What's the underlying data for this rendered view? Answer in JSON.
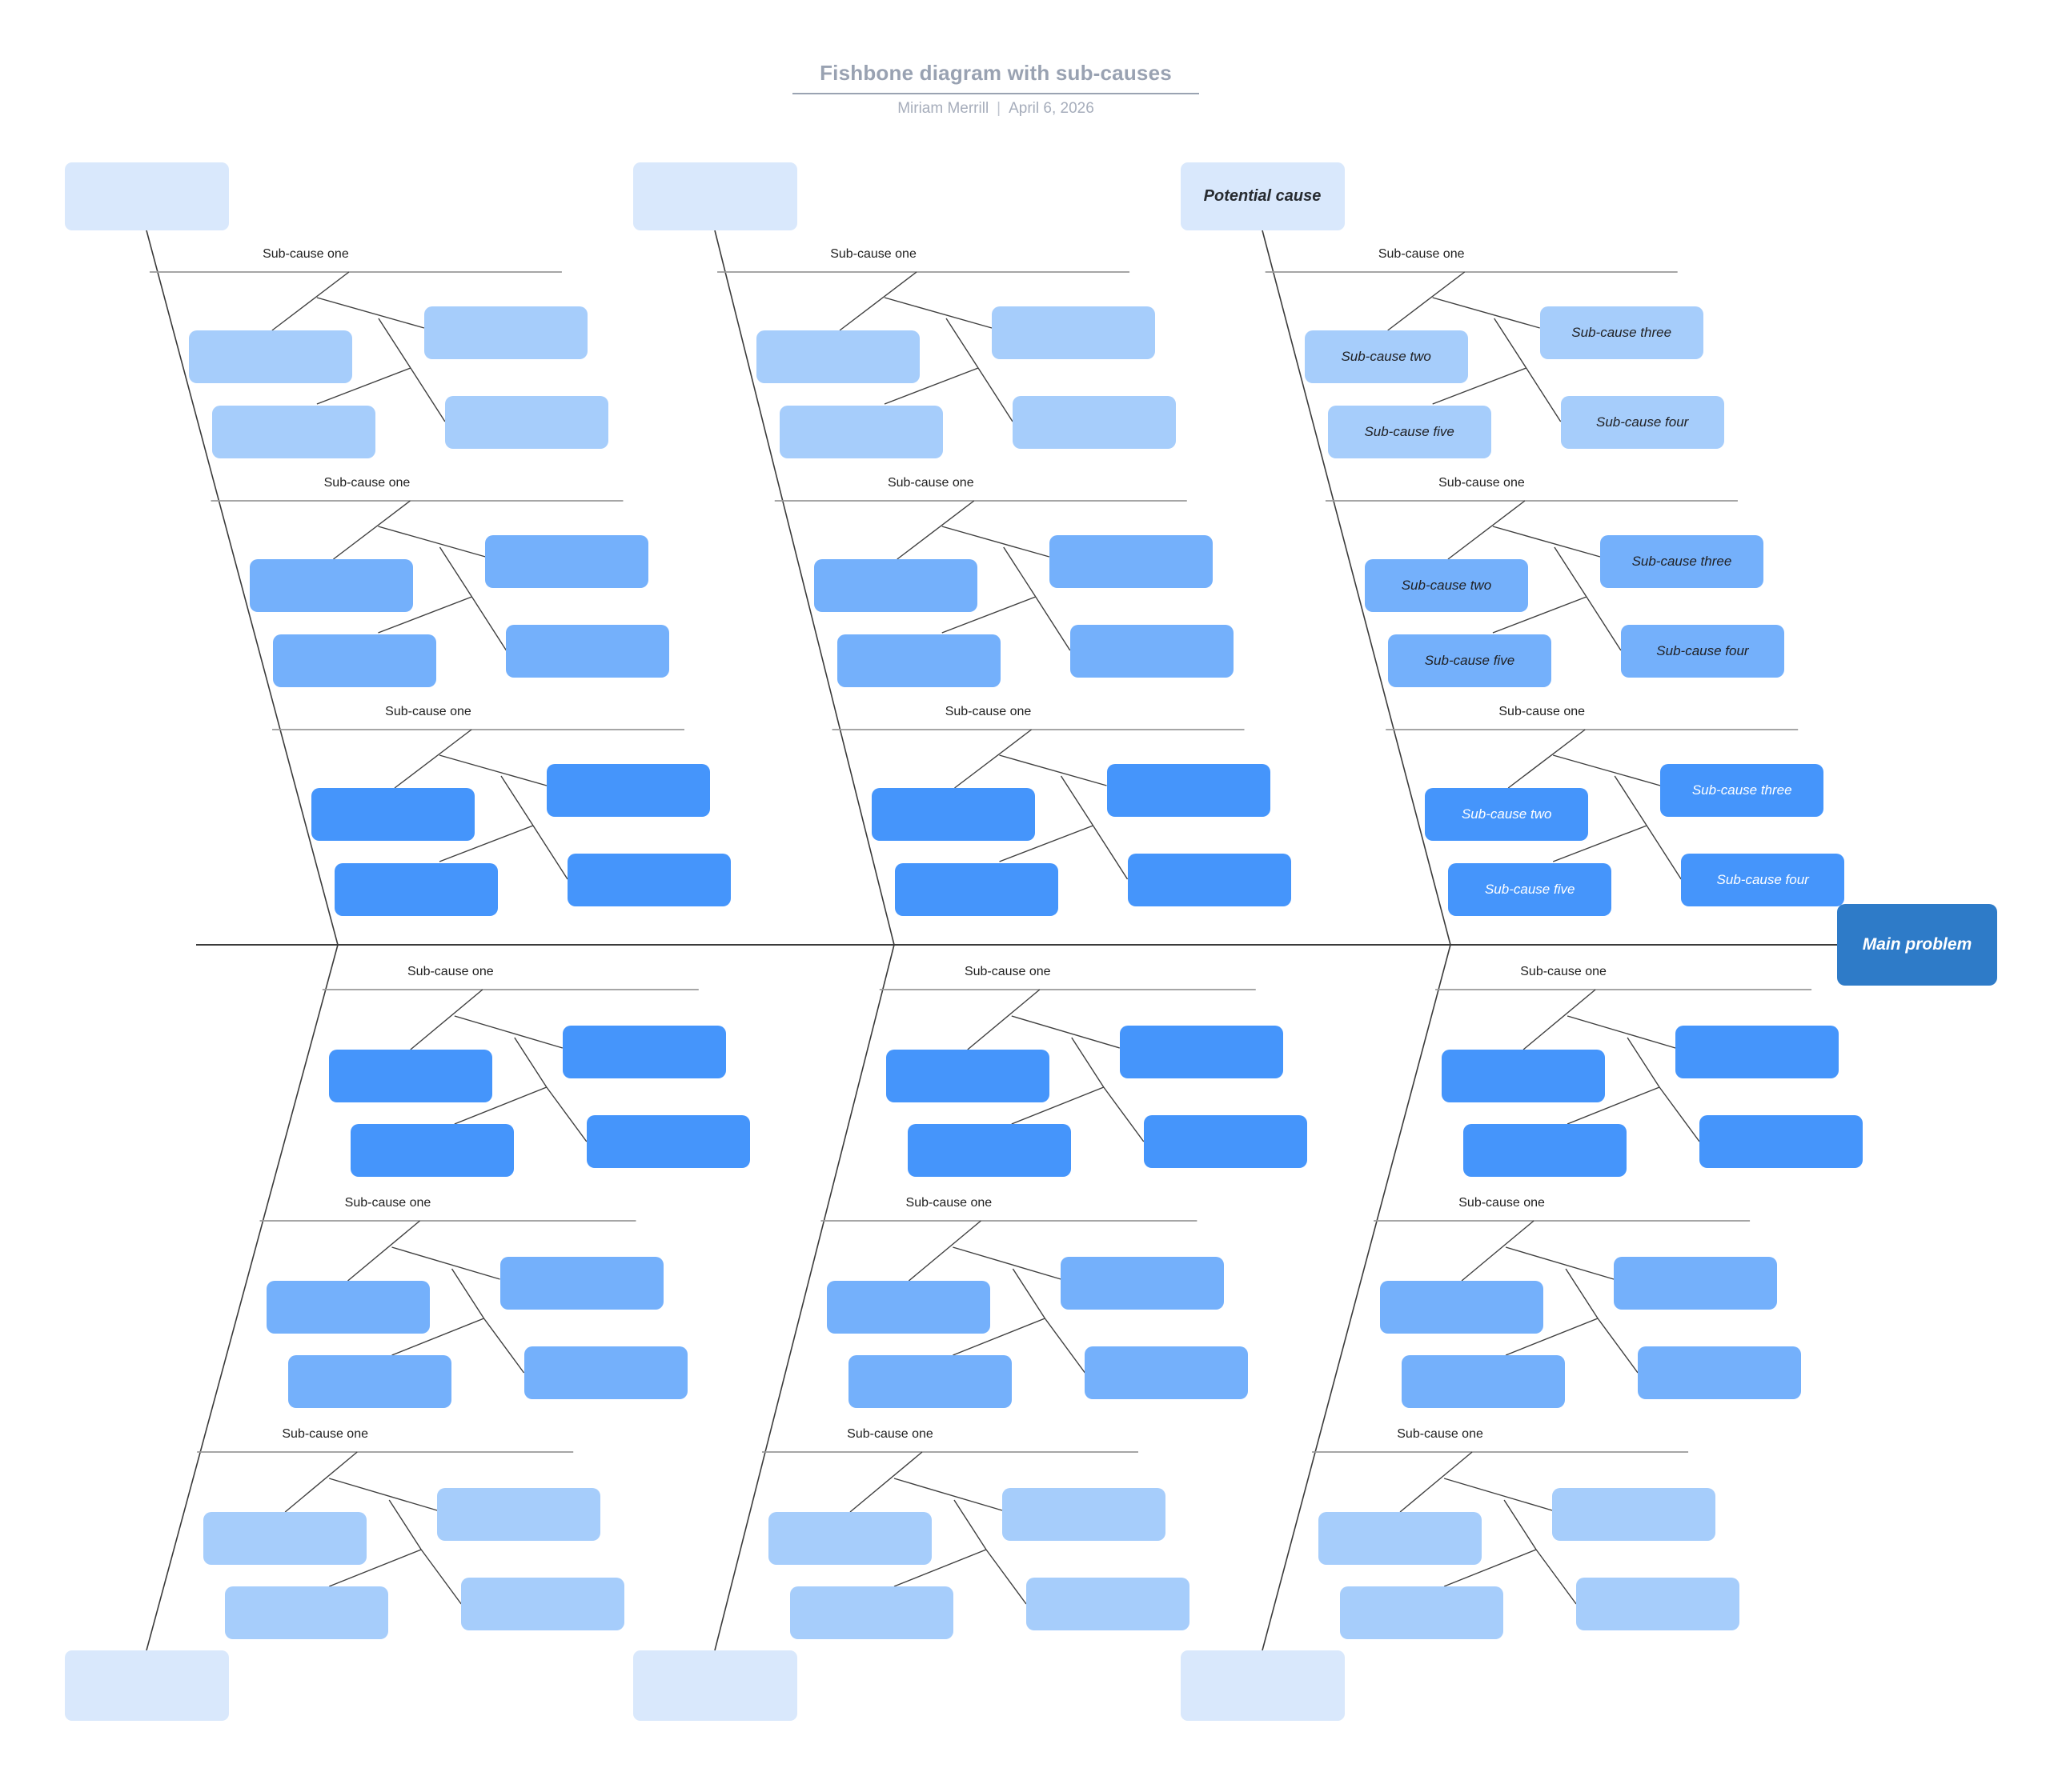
{
  "page": {
    "title": "Fishbone diagram with sub-causes",
    "byline": {
      "author": "Miriam Merrill",
      "separator": "|",
      "date": "April 6, 2026"
    }
  },
  "labels": {
    "rib": "Sub-cause one",
    "sub2": "Sub-cause two",
    "sub3": "Sub-cause three",
    "sub4": "Sub-cause four",
    "sub5": "Sub-cause five",
    "main_problem": "Main problem"
  },
  "colors": {
    "category_fill": "#D9E8FC",
    "main_fill": "#2E7BC8",
    "spine": "#3B3B3B",
    "rib": "#9A9A9A",
    "connector": "#3F3F3F",
    "title_text": "#99A2B2",
    "byline_text": "#A6ADBB",
    "label_text": "#1F1F1F",
    "tones": {
      "light": {
        "fill": "#A6CDFB",
        "text": "#202124"
      },
      "medium": {
        "fill": "#74B0FB",
        "text": "#202124"
      },
      "bright": {
        "fill": "#4595FB",
        "text": "#FFFFFF"
      }
    }
  },
  "branches": {
    "top": [
      {
        "category": "",
        "section_tones": [
          "light",
          "medium",
          "bright"
        ],
        "sections_labeled": false
      },
      {
        "category": "",
        "section_tones": [
          "light",
          "medium",
          "bright"
        ],
        "sections_labeled": false
      },
      {
        "category": "Potential cause",
        "section_tones": [
          "light",
          "medium",
          "bright"
        ],
        "sections_labeled": true
      }
    ],
    "bottom": [
      {
        "category": "",
        "section_tones": [
          "bright",
          "medium",
          "light"
        ],
        "sections_labeled": false
      },
      {
        "category": "",
        "section_tones": [
          "bright",
          "medium",
          "light"
        ],
        "sections_labeled": false
      },
      {
        "category": "",
        "section_tones": [
          "bright",
          "medium",
          "light"
        ],
        "sections_labeled": false
      }
    ]
  }
}
